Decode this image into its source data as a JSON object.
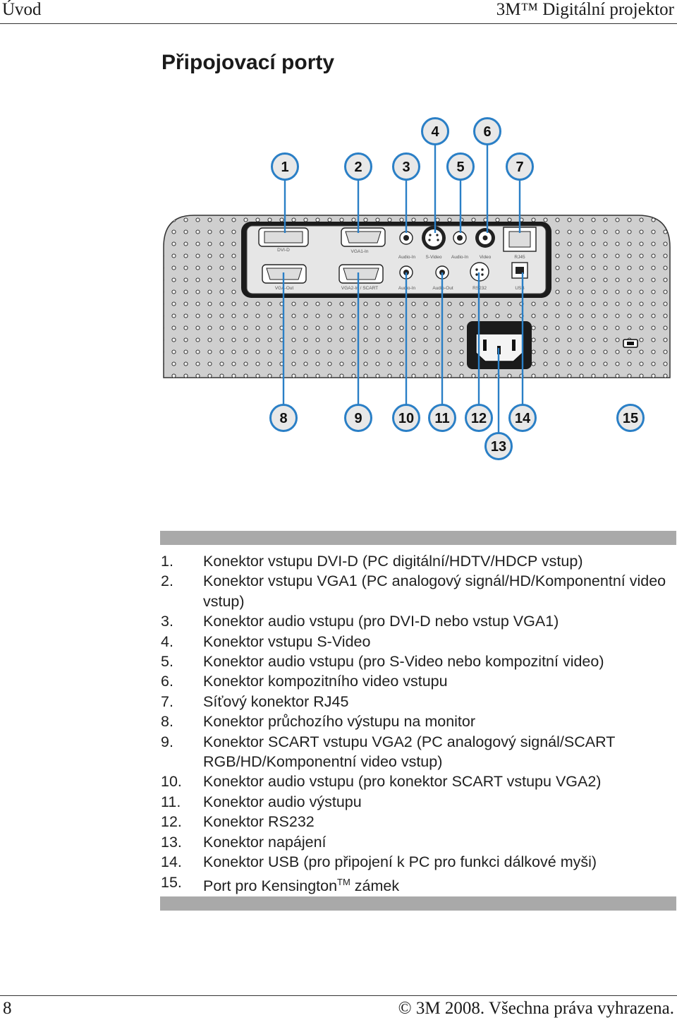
{
  "header": {
    "left": "Úvod",
    "right": "3M™ Digitální projektor"
  },
  "title": "Připojovací porty",
  "diagram": {
    "top_callouts": [
      "1",
      "2",
      "3",
      "4",
      "5",
      "6",
      "7"
    ],
    "bottom_callouts": [
      "8",
      "9",
      "10",
      "11",
      "12",
      "13",
      "14",
      "15"
    ],
    "port_labels_top": [
      "DVI-D",
      "VGA1-In",
      "Audio-In",
      "S-Video",
      "Audio-In",
      "Video",
      "RJ45"
    ],
    "port_labels_bottom": [
      "VGA-Out",
      "VGA2-In / SCART",
      "Audio-In",
      "Audio-Out",
      "RS232",
      "USB"
    ]
  },
  "items": [
    {
      "num": "1.",
      "text": "Konektor vstupu DVI-D (PC digitální/HDTV/HDCP vstup)"
    },
    {
      "num": "2.",
      "text": "Konektor vstupu VGA1 (PC analogový signál/HD/Komponentní video vstup)"
    },
    {
      "num": "3.",
      "text": "Konektor audio vstupu (pro DVI-D nebo vstup VGA1)"
    },
    {
      "num": "4.",
      "text": "Konektor vstupu S-Video"
    },
    {
      "num": "5.",
      "text": "Konektor audio vstupu (pro S-Video nebo kompozitní video)"
    },
    {
      "num": "6.",
      "text": "Konektor kompozitního video vstupu"
    },
    {
      "num": "7.",
      "text": "Síťový konektor RJ45"
    },
    {
      "num": "8.",
      "text": "Konektor průchozího výstupu na monitor"
    },
    {
      "num": "9.",
      "text": "Konektor SCART vstupu VGA2 (PC analogový signál/SCART RGB/HD/Komponentní video vstup)"
    },
    {
      "num": "10.",
      "text": "Konektor audio vstupu (pro konektor SCART vstupu VGA2)"
    },
    {
      "num": "11.",
      "text": "Konektor audio výstupu"
    },
    {
      "num": "12.",
      "text": "Konektor RS232"
    },
    {
      "num": "13.",
      "text": "Konektor napájení"
    },
    {
      "num": "14.",
      "text": "Konektor USB (pro připojení k PC pro funkci dálkové myši)"
    },
    {
      "num": "15.",
      "text_before": "Port pro Kensington",
      "sup": "TM",
      "text_after": " zámek"
    }
  ],
  "footer": {
    "page": "8",
    "copyright": "© 3M 2008. Všechna práva vyhrazena."
  }
}
